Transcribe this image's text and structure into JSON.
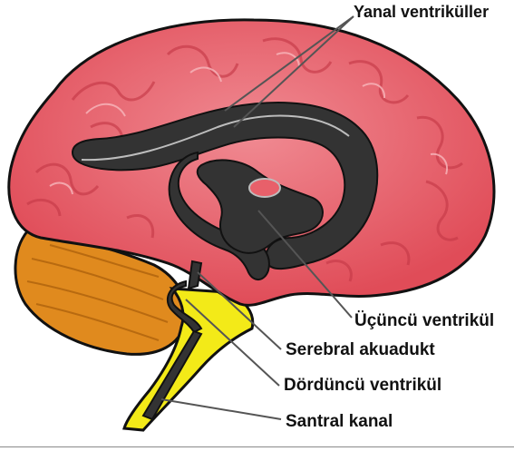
{
  "labels": {
    "lateral_ventricles": "Yanal ventriküller",
    "third_ventricle": "Üçüncü ventrikül",
    "cerebral_aqueduct": "Serebral akuadukt",
    "fourth_ventricle": "Dördüncü ventrikül",
    "central_canal": "Santral kanal"
  },
  "colors": {
    "cerebrum": "#e8606a",
    "cerebrum_light": "#f3a2a8",
    "cerebellum": "#e08a1e",
    "brainstem": "#f3ea18",
    "ventricles": "#333333",
    "outline": "#111111",
    "leader_line": "#555555"
  }
}
